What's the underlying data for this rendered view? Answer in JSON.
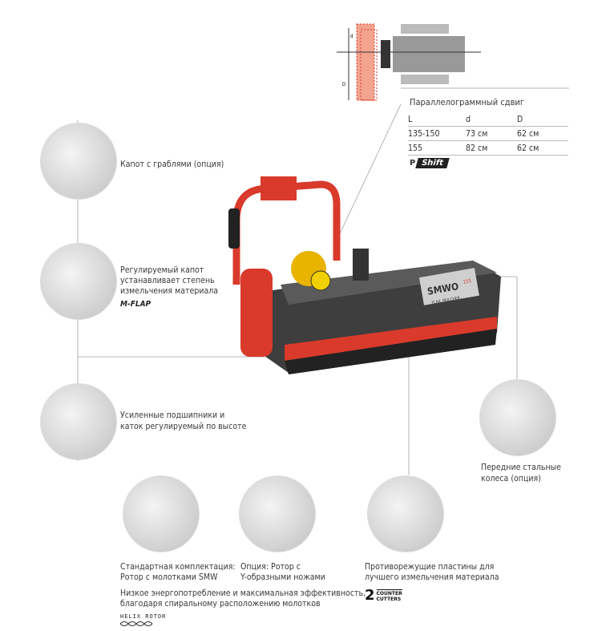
{
  "top_diagram": {
    "labels": [
      "d",
      "D"
    ]
  },
  "parallel_shift": {
    "title": "Параллелограммный сдвиг",
    "columns": [
      "L",
      "d",
      "D"
    ],
    "rows": [
      [
        "135-150",
        "73 см",
        "62 см"
      ],
      [
        "155",
        "82 см",
        "62 см"
      ]
    ],
    "logo_p": "P",
    "logo_text": "Shift"
  },
  "machine": {
    "brand": "SMWO",
    "model_badge": "155",
    "sub": "FLAIL MULCHER"
  },
  "features": [
    {
      "text": [
        "Капот с граблями (опция)"
      ]
    },
    {
      "text": [
        "Регулируемый капот",
        "устанавливает  степень",
        "измельчения материала"
      ],
      "logo": "M-FLAP"
    },
    {
      "text": [
        "Усиленные подшипники и",
        "каток регулируемый по высоте"
      ]
    },
    {
      "text": [
        "Передние стальные",
        "колеса (опция)"
      ]
    },
    {
      "text": [
        "Стандартная комплектация:",
        "Ротор с молотками SMW"
      ]
    },
    {
      "text": [
        "Опция: Ротор с",
        "Y-образными ножами"
      ]
    },
    {
      "text": [
        "Противорежущие пластины для",
        "лучшего измельчения материала"
      ],
      "logo_num": "2",
      "logo": [
        "COUNTER",
        "CUTTERS"
      ]
    }
  ],
  "helix": {
    "text": [
      "Низкое энергопотребление и максимальная эффективность,",
      "благодаря спиральному расположению молотков"
    ],
    "logo": "HELIX ROTOR"
  },
  "colors": {
    "red": "#d93a2b",
    "dark": "#4a4a4a",
    "line": "#aaaaaa"
  }
}
